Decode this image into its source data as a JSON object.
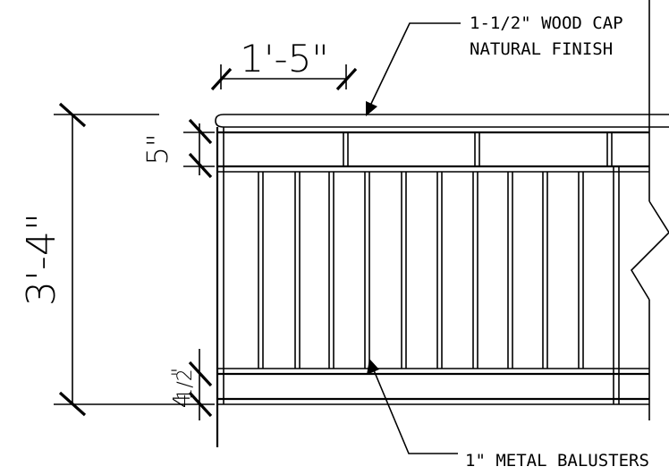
{
  "dimensions": {
    "baluster_spacing": "1'-5\"",
    "top_rail_height": "5\"",
    "overall_height": "3'-4\"",
    "bottom_rail_height": "4 1/2\"",
    "bottom_rail_whole": "4",
    "bottom_rail_fraction": "1/2",
    "bottom_rail_inch_mark": "\""
  },
  "notes": {
    "cap_line1": "1-1/2\" WOOD CAP",
    "cap_line2": "NATURAL FINISH",
    "balusters": "1\" METAL BALUSTERS"
  }
}
